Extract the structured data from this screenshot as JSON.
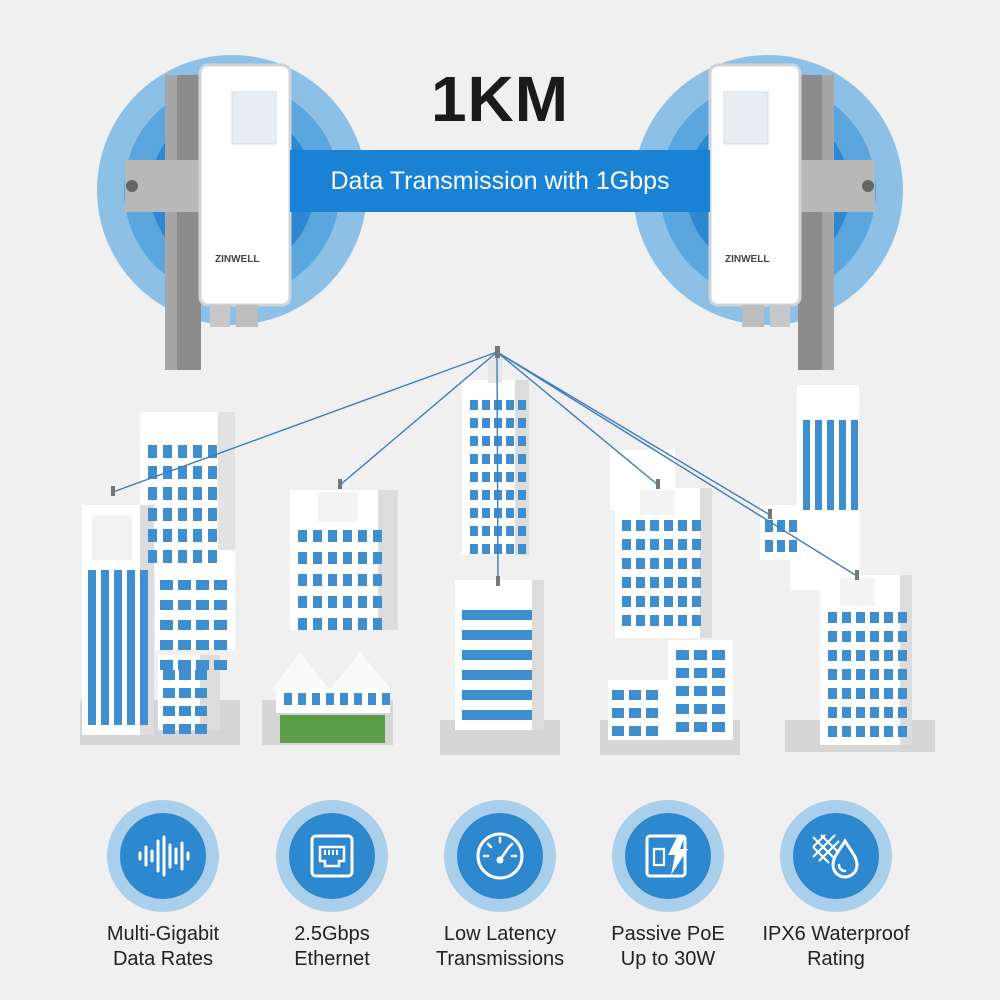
{
  "headline": {
    "distance": "1KM",
    "banner": "Data Transmission with 1Gbps"
  },
  "device": {
    "brand": "ZINWELL"
  },
  "colors": {
    "accent": "#1a82d4",
    "ring_light": "#a9cfea",
    "ring_dark": "#2e88d0",
    "window_blue": "#3e8ed0"
  },
  "features": [
    {
      "icon": "waveform-icon",
      "line1": "Multi-Gigabit",
      "line2": "Data Rates"
    },
    {
      "icon": "ethernet-port-icon",
      "line1": "2.5Gbps",
      "line2": "Ethernet"
    },
    {
      "icon": "speedometer-icon",
      "line1": "Low Latency",
      "line2": "Transmissions"
    },
    {
      "icon": "power-bolt-icon",
      "line1": "Passive PoE",
      "line2": "Up to 30W"
    },
    {
      "icon": "water-drop-icon",
      "line1": "IPX6 Waterproof",
      "line2": "Rating"
    }
  ]
}
